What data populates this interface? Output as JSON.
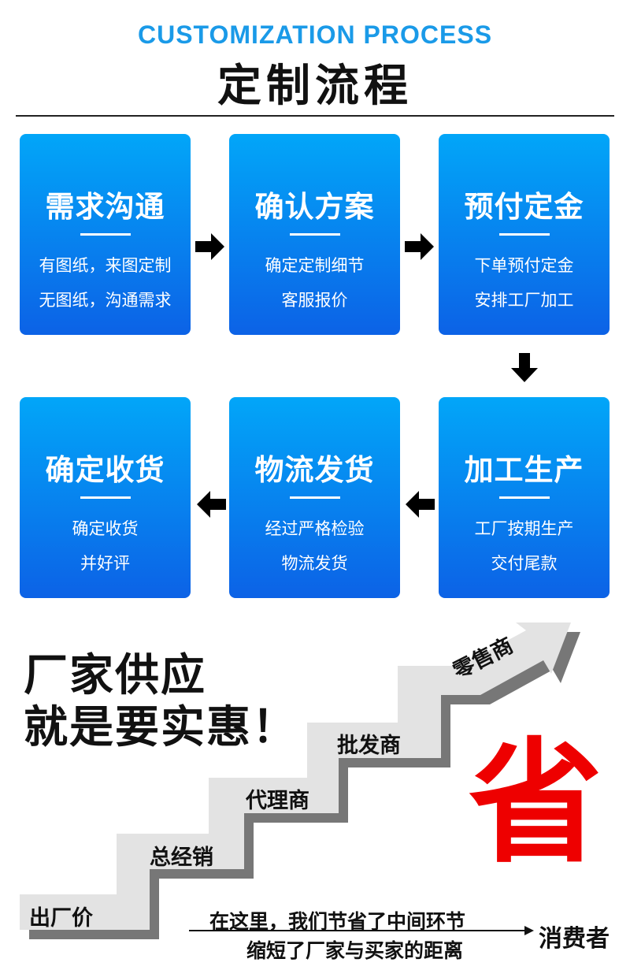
{
  "header": {
    "english_title": "CUSTOMIZATION PROCESS",
    "chinese_title": "定制流程"
  },
  "steps": [
    {
      "title": "需求沟通",
      "lines": [
        "有图纸，来图定制",
        "无图纸，沟通需求"
      ]
    },
    {
      "title": "确认方案",
      "lines": [
        "确定定制细节",
        "客服报价"
      ]
    },
    {
      "title": "预付定金",
      "lines": [
        "下单预付定金",
        "安排工厂加工"
      ]
    },
    {
      "title": "加工生产",
      "lines": [
        "工厂按期生产",
        "交付尾款"
      ]
    },
    {
      "title": "物流发货",
      "lines": [
        "经过严格检验",
        "物流发货"
      ]
    },
    {
      "title": "确定收货",
      "lines": [
        "确定收货",
        "并好评"
      ]
    }
  ],
  "promo": {
    "headline_1": "厂家供应",
    "headline_2": "就是要实惠！",
    "stairs": [
      "出厂价",
      "总经销",
      "代理商",
      "批发商",
      "零售商"
    ],
    "save_char": "省",
    "message_1": "在这里，我们节省了中间环节",
    "message_2": "缩短了厂家与买家的距离",
    "consumer": "消费者"
  },
  "colors": {
    "accent": "#1a9ae8",
    "card_top": "#02a6f8",
    "card_bottom": "#0c62e6",
    "save_red": "#ee0000"
  }
}
